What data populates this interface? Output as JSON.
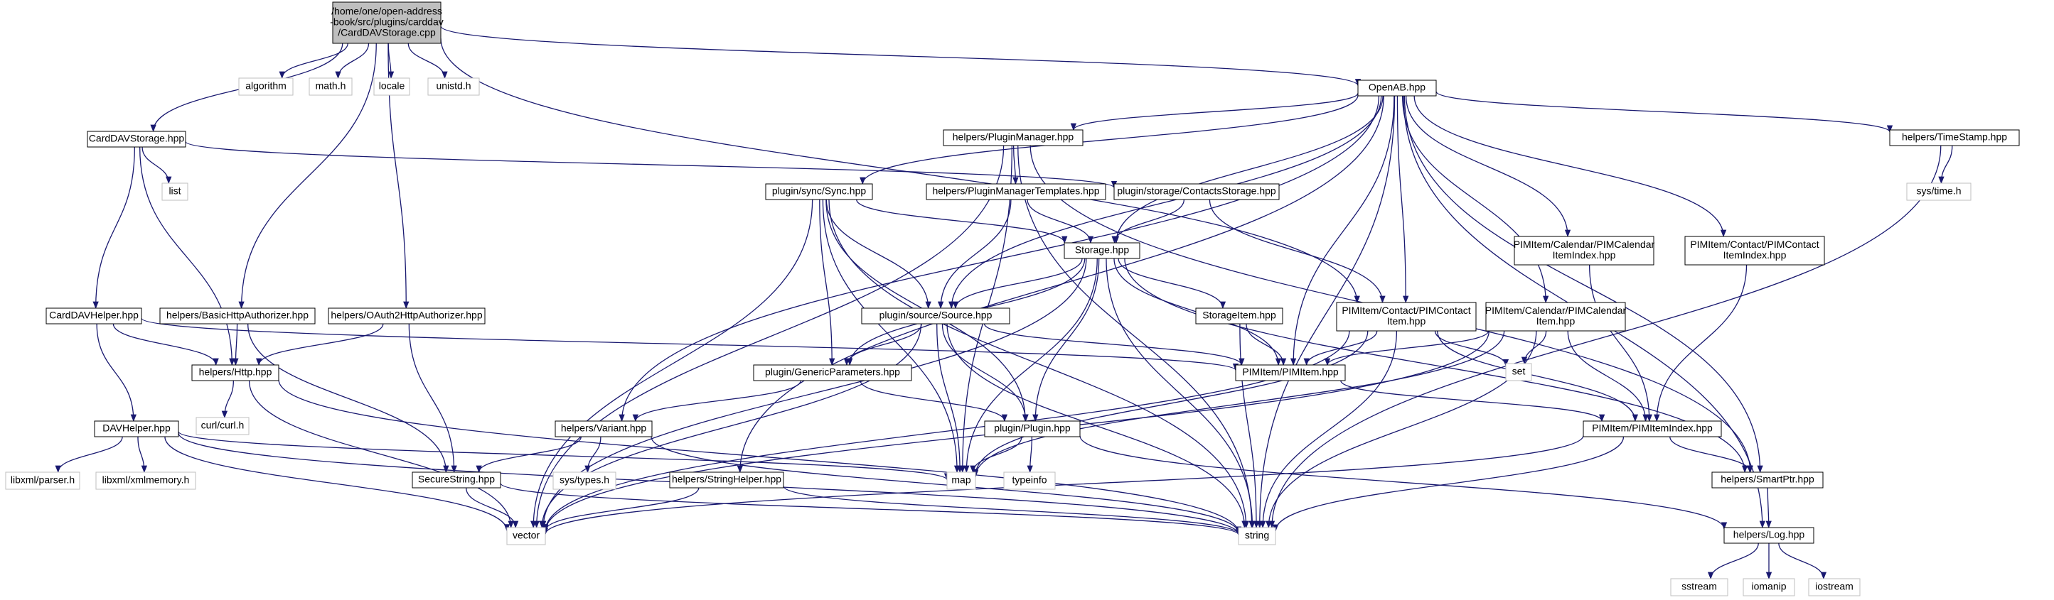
{
  "colors": {
    "edge": "#191970",
    "root_fill": "#bfbfbf",
    "node_border": "#000000",
    "external_border": "#bfbfbf"
  },
  "nodes": [
    {
      "id": "root",
      "lines": [
        "/home/one/open-address",
        "-book/src/plugins/carddav",
        "/CardDAVStorage.cpp"
      ],
      "kind": "root"
    },
    {
      "id": "algorithm",
      "lines": [
        "algorithm"
      ],
      "kind": "external"
    },
    {
      "id": "math_h",
      "lines": [
        "math.h"
      ],
      "kind": "external"
    },
    {
      "id": "locale",
      "lines": [
        "locale"
      ],
      "kind": "external"
    },
    {
      "id": "unistd_h",
      "lines": [
        "unistd.h"
      ],
      "kind": "external"
    },
    {
      "id": "openab",
      "lines": [
        "OpenAB.hpp"
      ],
      "kind": "internal"
    },
    {
      "id": "carddavstorage",
      "lines": [
        "CardDAVStorage.hpp"
      ],
      "kind": "internal"
    },
    {
      "id": "list",
      "lines": [
        "list"
      ],
      "kind": "external"
    },
    {
      "id": "pluginmanager",
      "lines": [
        "helpers/PluginManager.hpp"
      ],
      "kind": "internal"
    },
    {
      "id": "timestamp",
      "lines": [
        "helpers/TimeStamp.hpp"
      ],
      "kind": "internal"
    },
    {
      "id": "systime",
      "lines": [
        "sys/time.h"
      ],
      "kind": "external"
    },
    {
      "id": "sync",
      "lines": [
        "plugin/sync/Sync.hpp"
      ],
      "kind": "internal"
    },
    {
      "id": "pmtemplates",
      "lines": [
        "helpers/PluginManagerTemplates.hpp"
      ],
      "kind": "internal"
    },
    {
      "id": "contactsstorage",
      "lines": [
        "plugin/storage/ContactsStorage.hpp"
      ],
      "kind": "internal"
    },
    {
      "id": "calidx",
      "lines": [
        "PIMItem/Calendar/PIMCalendar",
        "ItemIndex.hpp"
      ],
      "kind": "internal"
    },
    {
      "id": "contidx",
      "lines": [
        "PIMItem/Contact/PIMContact",
        "ItemIndex.hpp"
      ],
      "kind": "internal"
    },
    {
      "id": "storage",
      "lines": [
        "Storage.hpp"
      ],
      "kind": "internal"
    },
    {
      "id": "carddavhelper",
      "lines": [
        "CardDAVHelper.hpp"
      ],
      "kind": "internal"
    },
    {
      "id": "basicauth",
      "lines": [
        "helpers/BasicHttpAuthorizer.hpp"
      ],
      "kind": "internal"
    },
    {
      "id": "oauth2",
      "lines": [
        "helpers/OAuth2HttpAuthorizer.hpp"
      ],
      "kind": "internal"
    },
    {
      "id": "source",
      "lines": [
        "plugin/source/Source.hpp"
      ],
      "kind": "internal"
    },
    {
      "id": "storageitem",
      "lines": [
        "StorageItem.hpp"
      ],
      "kind": "internal"
    },
    {
      "id": "contactitem",
      "lines": [
        "PIMItem/Contact/PIMContact",
        "Item.hpp"
      ],
      "kind": "internal"
    },
    {
      "id": "calitem",
      "lines": [
        "PIMItem/Calendar/PIMCalendar",
        "Item.hpp"
      ],
      "kind": "internal"
    },
    {
      "id": "http",
      "lines": [
        "helpers/Http.hpp"
      ],
      "kind": "internal"
    },
    {
      "id": "genericparams",
      "lines": [
        "plugin/GenericParameters.hpp"
      ],
      "kind": "internal"
    },
    {
      "id": "pimitem",
      "lines": [
        "PIMItem/PIMItem.hpp"
      ],
      "kind": "internal"
    },
    {
      "id": "set",
      "lines": [
        "set"
      ],
      "kind": "external"
    },
    {
      "id": "curl",
      "lines": [
        "curl/curl.h"
      ],
      "kind": "external"
    },
    {
      "id": "davhelper",
      "lines": [
        "DAVHelper.hpp"
      ],
      "kind": "internal"
    },
    {
      "id": "variant",
      "lines": [
        "helpers/Variant.hpp"
      ],
      "kind": "internal"
    },
    {
      "id": "plugin",
      "lines": [
        "plugin/Plugin.hpp"
      ],
      "kind": "internal"
    },
    {
      "id": "pimitemindex",
      "lines": [
        "PIMItem/PIMItemIndex.hpp"
      ],
      "kind": "internal"
    },
    {
      "id": "libxmlparser",
      "lines": [
        "libxml/parser.h"
      ],
      "kind": "external"
    },
    {
      "id": "libxmlmem",
      "lines": [
        "libxml/xmlmemory.h"
      ],
      "kind": "external"
    },
    {
      "id": "systypes",
      "lines": [
        "sys/types.h"
      ],
      "kind": "external"
    },
    {
      "id": "securestring",
      "lines": [
        "SecureString.hpp"
      ],
      "kind": "internal"
    },
    {
      "id": "stringhelper",
      "lines": [
        "helpers/StringHelper.hpp"
      ],
      "kind": "internal"
    },
    {
      "id": "map",
      "lines": [
        "map"
      ],
      "kind": "external"
    },
    {
      "id": "typeinfo",
      "lines": [
        "typeinfo"
      ],
      "kind": "external"
    },
    {
      "id": "smartptr",
      "lines": [
        "helpers/SmartPtr.hpp"
      ],
      "kind": "internal"
    },
    {
      "id": "vector",
      "lines": [
        "vector"
      ],
      "kind": "external"
    },
    {
      "id": "string",
      "lines": [
        "string"
      ],
      "kind": "external"
    },
    {
      "id": "log",
      "lines": [
        "helpers/Log.hpp"
      ],
      "kind": "internal"
    },
    {
      "id": "sstream",
      "lines": [
        "sstream"
      ],
      "kind": "external"
    },
    {
      "id": "iomanip",
      "lines": [
        "iomanip"
      ],
      "kind": "external"
    },
    {
      "id": "iostream",
      "lines": [
        "iostream"
      ],
      "kind": "external"
    }
  ],
  "edges": [
    [
      "root",
      "algorithm"
    ],
    [
      "root",
      "math_h"
    ],
    [
      "root",
      "locale"
    ],
    [
      "root",
      "unistd_h"
    ],
    [
      "root",
      "openab"
    ],
    [
      "root",
      "carddavstorage"
    ],
    [
      "root",
      "basicauth"
    ],
    [
      "root",
      "oauth2"
    ],
    [
      "root",
      "contactitem"
    ],
    [
      "carddavstorage",
      "list"
    ],
    [
      "carddavstorage",
      "carddavhelper"
    ],
    [
      "carddavstorage",
      "http"
    ],
    [
      "carddavstorage",
      "contactsstorage"
    ],
    [
      "openab",
      "pluginmanager"
    ],
    [
      "openab",
      "timestamp"
    ],
    [
      "openab",
      "sync"
    ],
    [
      "openab",
      "storage"
    ],
    [
      "openab",
      "calidx"
    ],
    [
      "openab",
      "contidx"
    ],
    [
      "openab",
      "source"
    ],
    [
      "openab",
      "contactitem"
    ],
    [
      "openab",
      "calitem"
    ],
    [
      "openab",
      "pimitem"
    ],
    [
      "openab",
      "variant"
    ],
    [
      "openab",
      "stringhelper"
    ],
    [
      "openab",
      "smartptr"
    ],
    [
      "openab",
      "string"
    ],
    [
      "openab",
      "log"
    ],
    [
      "timestamp",
      "systime"
    ],
    [
      "timestamp",
      "string"
    ],
    [
      "pluginmanager",
      "pmtemplates"
    ],
    [
      "pluginmanager",
      "map"
    ],
    [
      "pluginmanager",
      "string"
    ],
    [
      "pluginmanager",
      "vector"
    ],
    [
      "pluginmanager",
      "smartptr"
    ],
    [
      "pmtemplates",
      "storage"
    ],
    [
      "pmtemplates",
      "source"
    ],
    [
      "sync",
      "storage"
    ],
    [
      "sync",
      "source"
    ],
    [
      "sync",
      "genericparams"
    ],
    [
      "sync",
      "plugin"
    ],
    [
      "sync",
      "map"
    ],
    [
      "sync",
      "string"
    ],
    [
      "sync",
      "vector"
    ],
    [
      "contactsstorage",
      "storage"
    ],
    [
      "contactsstorage",
      "contactitem"
    ],
    [
      "storage",
      "source"
    ],
    [
      "storage",
      "storageitem"
    ],
    [
      "storage",
      "genericparams"
    ],
    [
      "storage",
      "plugin"
    ],
    [
      "storage",
      "map"
    ],
    [
      "storage",
      "string"
    ],
    [
      "storage",
      "vector"
    ],
    [
      "storage",
      "pimitem"
    ],
    [
      "storage",
      "smartptr"
    ],
    [
      "source",
      "genericparams"
    ],
    [
      "source",
      "plugin"
    ],
    [
      "source",
      "map"
    ],
    [
      "source",
      "string"
    ],
    [
      "source",
      "vector"
    ],
    [
      "source",
      "pimitem"
    ],
    [
      "storageitem",
      "pimitem"
    ],
    [
      "storageitem",
      "string"
    ],
    [
      "calidx",
      "pimitemindex"
    ],
    [
      "contidx",
      "pimitemindex"
    ],
    [
      "contactitem",
      "pimitem"
    ],
    [
      "contactitem",
      "pimitemindex"
    ],
    [
      "contactitem",
      "set"
    ],
    [
      "contactitem",
      "map"
    ],
    [
      "contactitem",
      "string"
    ],
    [
      "contactitem",
      "vector"
    ],
    [
      "calitem",
      "pimitem"
    ],
    [
      "calitem",
      "pimitemindex"
    ],
    [
      "calitem",
      "set"
    ],
    [
      "calitem",
      "map"
    ],
    [
      "calitem",
      "string"
    ],
    [
      "calitem",
      "vector"
    ],
    [
      "pimitem",
      "pimitemindex"
    ],
    [
      "pimitemindex",
      "smartptr"
    ],
    [
      "pimitemindex",
      "string"
    ],
    [
      "pimitemindex",
      "vector"
    ],
    [
      "carddavhelper",
      "http"
    ],
    [
      "carddavhelper",
      "davhelper"
    ],
    [
      "carddavhelper",
      "pimitem"
    ],
    [
      "basicauth",
      "http"
    ],
    [
      "basicauth",
      "securestring"
    ],
    [
      "oauth2",
      "http"
    ],
    [
      "oauth2",
      "securestring"
    ],
    [
      "http",
      "curl"
    ],
    [
      "http",
      "string"
    ],
    [
      "http",
      "vector"
    ],
    [
      "genericparams",
      "variant"
    ],
    [
      "genericparams",
      "plugin"
    ],
    [
      "variant",
      "securestring"
    ],
    [
      "variant",
      "systypes"
    ],
    [
      "variant",
      "string"
    ],
    [
      "plugin",
      "map"
    ],
    [
      "plugin",
      "typeinfo"
    ],
    [
      "plugin",
      "log"
    ],
    [
      "davhelper",
      "libxmlparser"
    ],
    [
      "davhelper",
      "libxmlmem"
    ],
    [
      "davhelper",
      "map"
    ],
    [
      "davhelper",
      "vector"
    ],
    [
      "davhelper",
      "string"
    ],
    [
      "securestring",
      "vector"
    ],
    [
      "securestring",
      "string"
    ],
    [
      "stringhelper",
      "vector"
    ],
    [
      "stringhelper",
      "string"
    ],
    [
      "smartptr",
      "log"
    ],
    [
      "log",
      "sstream"
    ],
    [
      "log",
      "iomanip"
    ],
    [
      "log",
      "iostream"
    ]
  ]
}
